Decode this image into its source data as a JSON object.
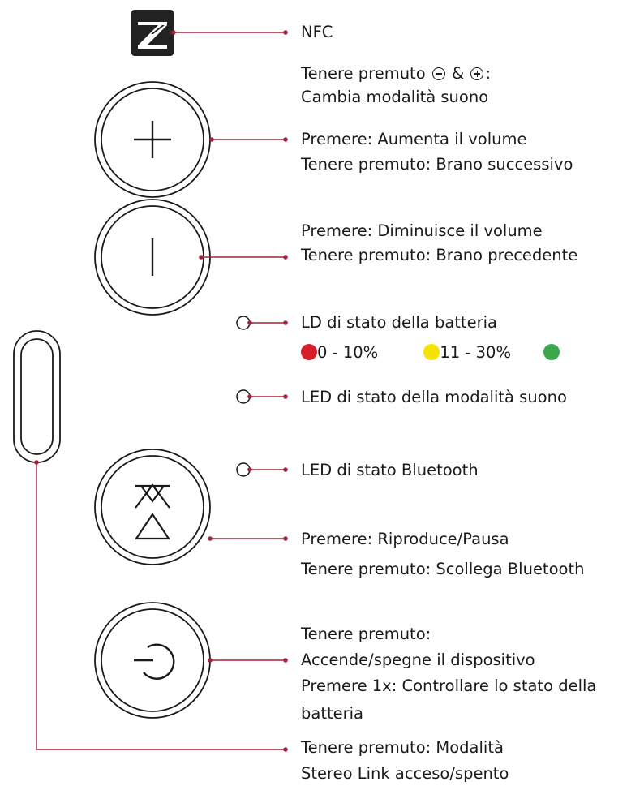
{
  "colors": {
    "line": "#a3223f",
    "red": "#d71f2b",
    "yellow": "#f5e400",
    "green": "#3aa84a",
    "nfc_logo_bg": "#222222"
  },
  "icons": {
    "nfc": "nfc-logo-icon",
    "plus": "plus-icon",
    "minus": "minus-bar-icon",
    "bluetooth": "bluetooth-icon",
    "power": "power-icon",
    "slider": "stereo-link-button"
  },
  "labels": {
    "nfc": "NFC",
    "hold_both_prefix": "Tenere premuto",
    "hold_both_amp": "&",
    "hold_both_suffix": ":",
    "sound_mode_change": "Cambia modalità suono",
    "vol_up_press": "Premere: Aumenta il volume",
    "vol_up_hold": "Tenere premuto: Brano successivo",
    "vol_down_press": "Premere: Diminuisce il volume",
    "vol_down_hold": "Tenere premuto: Brano precedente",
    "battery_led": "LD di stato della batteria",
    "battery_low": "0 - 10%",
    "battery_mid": "11 - 30%",
    "sound_led": "LED di stato della modalità suono",
    "bt_led": "LED di stato Bluetooth",
    "bt_press": "Premere: Riproduce/Pausa",
    "bt_hold": "Tenere premuto: Scollega Bluetooth",
    "power_hold": "Tenere premuto:",
    "power_onoff": "Accende/spegne il dispositivo",
    "power_press": "Premere 1x: Controllare lo stato della",
    "power_press_cont": "batteria",
    "stereo_hold": "Tenere premuto: Modalità",
    "stereo_onoff": "Stereo Link acceso/spento"
  }
}
